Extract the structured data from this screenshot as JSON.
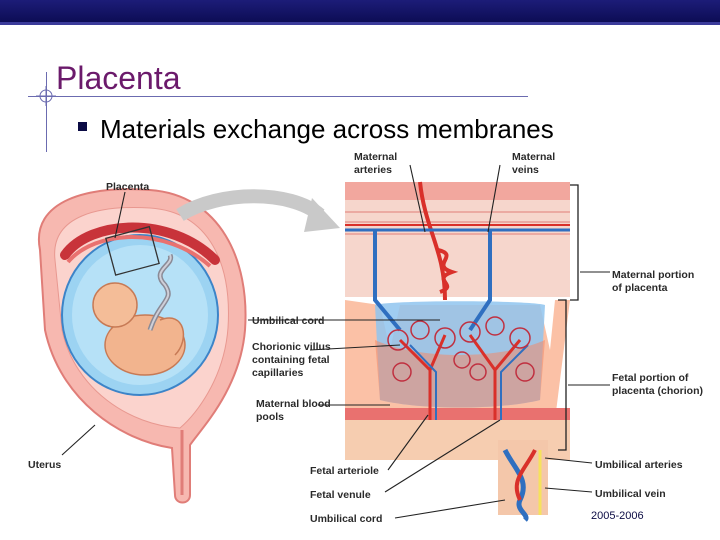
{
  "slide": {
    "title": "Placenta",
    "bullet": "Materials exchange across membranes",
    "footer": "2005-2006"
  },
  "labels": {
    "placenta": "Placenta",
    "uterus": "Uterus",
    "umbilical_cord": "Umbilical cord",
    "chorionic_1": "Chorionic villus",
    "chorionic_2": "containing fetal",
    "chorionic_3": "capillaries",
    "maternal_blood_1": "Maternal blood",
    "maternal_blood_2": "pools",
    "fetal_arteriole": "Fetal arteriole",
    "fetal_venule": "Fetal venule",
    "umbilical_cord_bottom": "Umbilical cord",
    "maternal_arteries_1": "Maternal",
    "maternal_arteries_2": "arteries",
    "maternal_veins_1": "Maternal",
    "maternal_veins_2": "veins",
    "maternal_portion_1": "Maternal portion",
    "maternal_portion_2": "of placenta",
    "fetal_portion_1": "Fetal portion of",
    "fetal_portion_2": "placenta (chorion)",
    "umbilical_arteries": "Umbilical arteries",
    "umbilical_vein": "Umbilical vein"
  },
  "colors": {
    "header_bar": "#1c1c78",
    "title": "#6b1a6b",
    "artery_red": "#d9302a",
    "vein_blue": "#2f6fc0",
    "tissue_pink": "#f4a9a0",
    "pool_blue": "#8fc4ee"
  }
}
